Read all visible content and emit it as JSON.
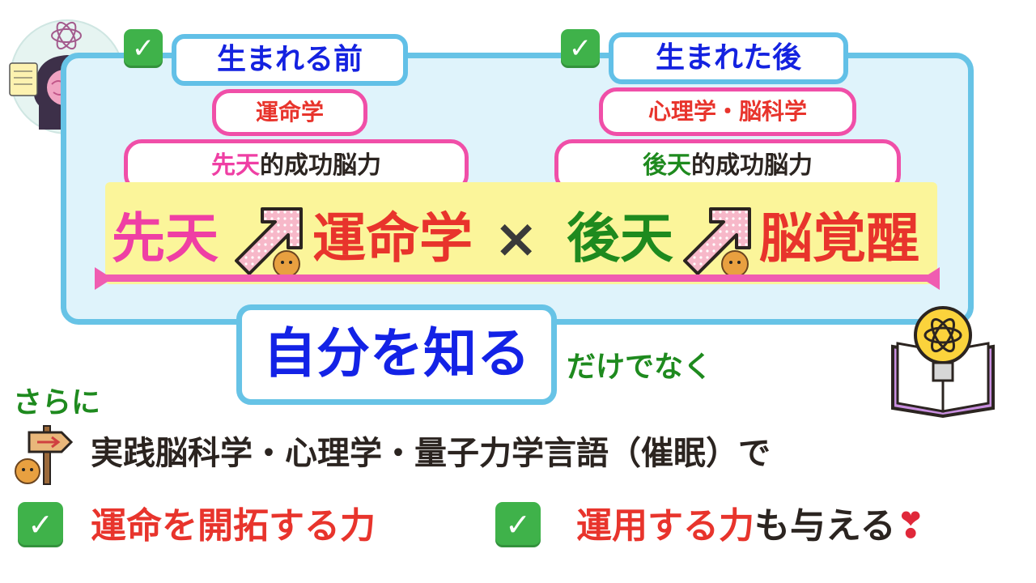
{
  "before": {
    "check": "✓",
    "title": "生まれる前",
    "field": "運命学",
    "ability_accent": "先天",
    "ability_rest": "的成功脳力"
  },
  "after": {
    "check": "✓",
    "title": "生まれた後",
    "field": "心理学・脳科学",
    "ability_accent": "後天",
    "ability_rest": "的成功脳力"
  },
  "banner": {
    "left_word": "先天",
    "left_result": "運命学",
    "times": "×",
    "right_word": "後天",
    "right_result": "脳覚醒"
  },
  "self": {
    "label": "自分を知る",
    "suffix": "だけでなく"
  },
  "more": {
    "intro": "さらに",
    "methods": "実践脳科学・心理学・量子力学言語（催眠）で"
  },
  "benefits": {
    "first": {
      "check": "✓",
      "text": "運命を開拓する力"
    },
    "second": {
      "check": "✓",
      "text_red": "運用する力",
      "text_dark": "も与える",
      "heart": "❣"
    }
  },
  "colors": {
    "panel_bg": "#dff3fb",
    "panel_border": "#67c3e6",
    "pink": "#ef3fa4",
    "green": "#1e8a1e",
    "red": "#e8342c",
    "blue": "#1422e0",
    "highlight": "#fbf59a"
  }
}
